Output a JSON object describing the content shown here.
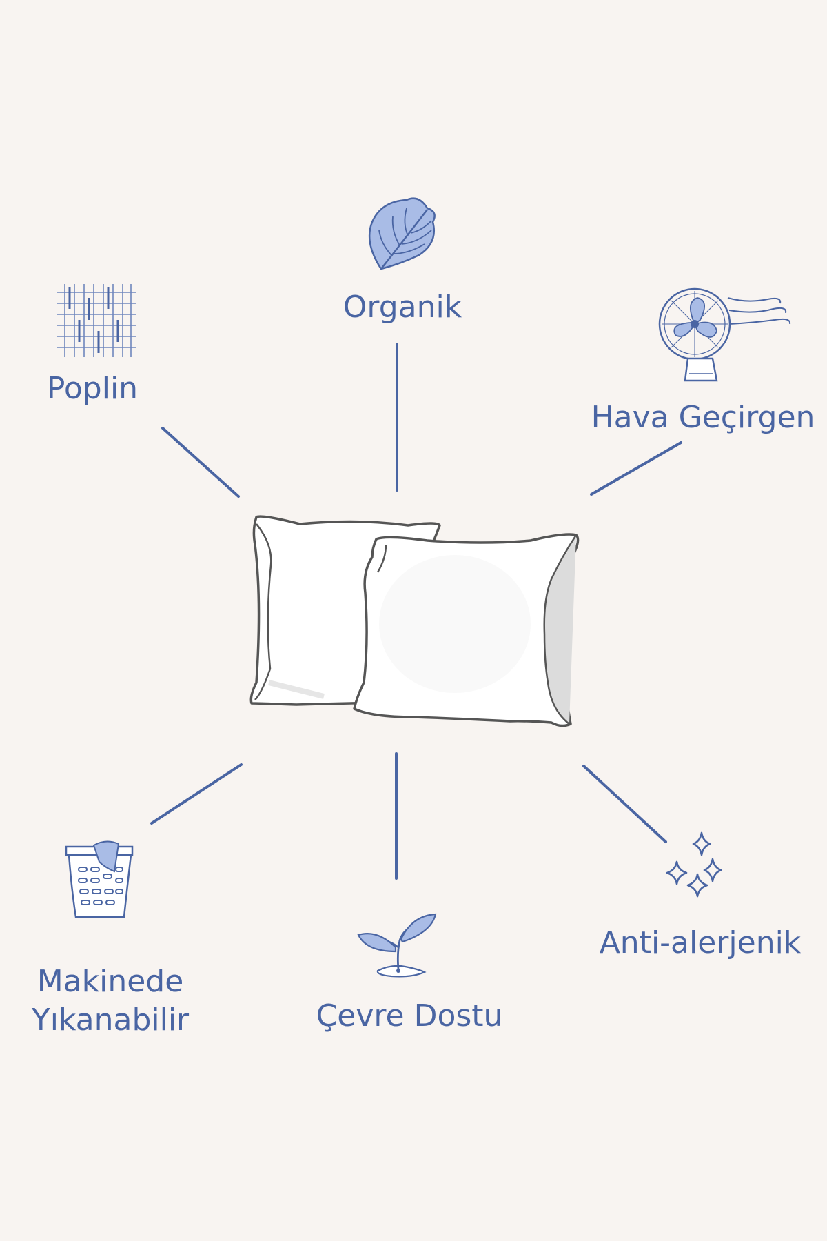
{
  "colors": {
    "background": "#f8f4f1",
    "accent": "#4a65a3",
    "icon_fill": "#a9bce6",
    "pillow_outline": "#555555"
  },
  "center": {
    "icon": "pillows-icon"
  },
  "features": {
    "organic": {
      "label": "Organik",
      "icon": "leaf-icon"
    },
    "poplin": {
      "label": "Poplin",
      "icon": "woven-fabric-icon"
    },
    "breathable": {
      "label": "Hava Geçirgen",
      "icon": "fan-icon"
    },
    "washable": {
      "line1": "Makinede",
      "line2": "Yıkanabilir",
      "icon": "laundry-basket-icon"
    },
    "eco": {
      "label": "Çevre Dostu",
      "icon": "sprout-icon"
    },
    "antiallergenic": {
      "label": "Anti-alerjenik",
      "icon": "sparkles-icon"
    }
  }
}
